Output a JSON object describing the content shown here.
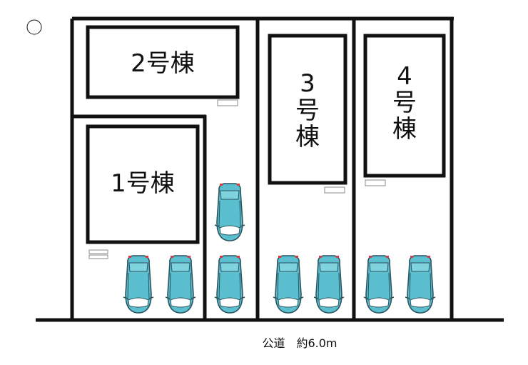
{
  "buildings": {
    "b1": "1号棟",
    "b2": "2号棟",
    "b3_num": "3",
    "b3_go": "号",
    "b3_to": "棟",
    "b4_num": "4",
    "b4_go": "号",
    "b4_to": "棟"
  },
  "road": {
    "label": "公道　約6.0m"
  },
  "colors": {
    "line": "#111111",
    "car_body": "#5BBFCF",
    "car_outline": "#2A5560",
    "car_light": "#D93A3A"
  },
  "icons": {
    "north": "north-arrow-icon",
    "car": "car-icon"
  }
}
